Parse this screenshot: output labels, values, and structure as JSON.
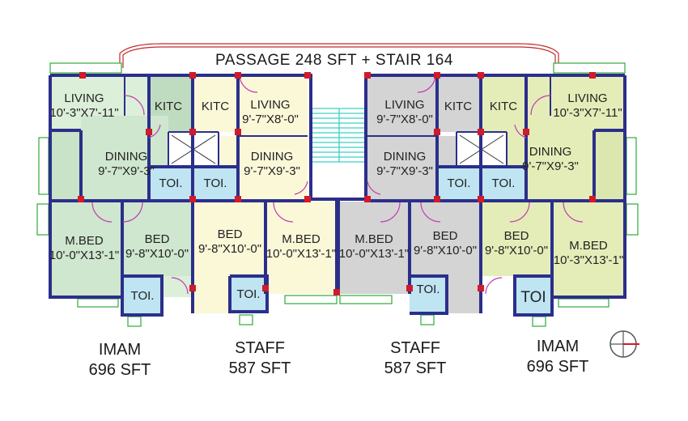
{
  "title": "PASSAGE  248  SFT +  STAIR 164",
  "colors": {
    "green": "#cfe6cf",
    "green_light": "#dcefd9",
    "cream": "#fbf8d8",
    "gray": "#d4d4d4",
    "lime": "#e4edb8",
    "blue": "#bfe4f2",
    "wall": "#2b2f8a",
    "column": "#d11a2a",
    "door": "#c23bb4",
    "stair": "#3ad1c5"
  },
  "rooms": [
    {
      "id": "r1",
      "name": "LIVING",
      "dim": "10'-3\"X7'-11\""
    },
    {
      "id": "r2",
      "name": "KITC",
      "dim": ""
    },
    {
      "id": "r3",
      "name": "KITC",
      "dim": ""
    },
    {
      "id": "r4",
      "name": "LIVING",
      "dim": "9'-7\"X8'-0\""
    },
    {
      "id": "r5",
      "name": "LIVING",
      "dim": "9'-7\"X8'-0\""
    },
    {
      "id": "r6",
      "name": "KITC",
      "dim": ""
    },
    {
      "id": "r7",
      "name": "KITC",
      "dim": ""
    },
    {
      "id": "r8",
      "name": "LIVING",
      "dim": "10'-3\"X7'-11\""
    },
    {
      "id": "r9",
      "name": "DINING",
      "dim": "9'-7\"X9'-3\""
    },
    {
      "id": "r10",
      "name": "DINING",
      "dim": "9'-7\"X9'-3\""
    },
    {
      "id": "r11",
      "name": "DINING",
      "dim": "9'-7\"X9'-3\""
    },
    {
      "id": "r12",
      "name": "DINING",
      "dim": "9'-7\"X9'-3\""
    },
    {
      "id": "r13",
      "name": "TOI.",
      "dim": ""
    },
    {
      "id": "r14",
      "name": "TOI.",
      "dim": ""
    },
    {
      "id": "r15",
      "name": "TOI.",
      "dim": ""
    },
    {
      "id": "r16",
      "name": "TOI.",
      "dim": ""
    },
    {
      "id": "r17",
      "name": "M.BED",
      "dim": "10'-0\"X13'-1\""
    },
    {
      "id": "r18",
      "name": "BED",
      "dim": "9'-8\"X10'-0\""
    },
    {
      "id": "r19",
      "name": "BED",
      "dim": "9'-8\"X10'-0\""
    },
    {
      "id": "r20",
      "name": "M.BED",
      "dim": "10'-0\"X13'-1\""
    },
    {
      "id": "r21",
      "name": "M.BED",
      "dim": "10'-0\"X13'-1\""
    },
    {
      "id": "r22",
      "name": "BED",
      "dim": "9'-8\"X10'-0\""
    },
    {
      "id": "r23",
      "name": "BED",
      "dim": "9'-8\"X10'-0\""
    },
    {
      "id": "r24",
      "name": "M.BED",
      "dim": "10'-3\"X13'-1\""
    },
    {
      "id": "r25",
      "name": "TOI.",
      "dim": ""
    },
    {
      "id": "r26",
      "name": "TOI.",
      "dim": ""
    },
    {
      "id": "r27",
      "name": "TOI.",
      "dim": ""
    },
    {
      "id": "r28",
      "name": "TOI",
      "dim": ""
    }
  ],
  "units": [
    {
      "type": "IMAM",
      "area": "696 SFT"
    },
    {
      "type": "STAFF",
      "area": "587 SFT"
    },
    {
      "type": "STAFF",
      "area": "587 SFT"
    },
    {
      "type": "IMAM",
      "area": "696 SFT"
    }
  ],
  "icons": {
    "north": "north-arrow-icon"
  }
}
